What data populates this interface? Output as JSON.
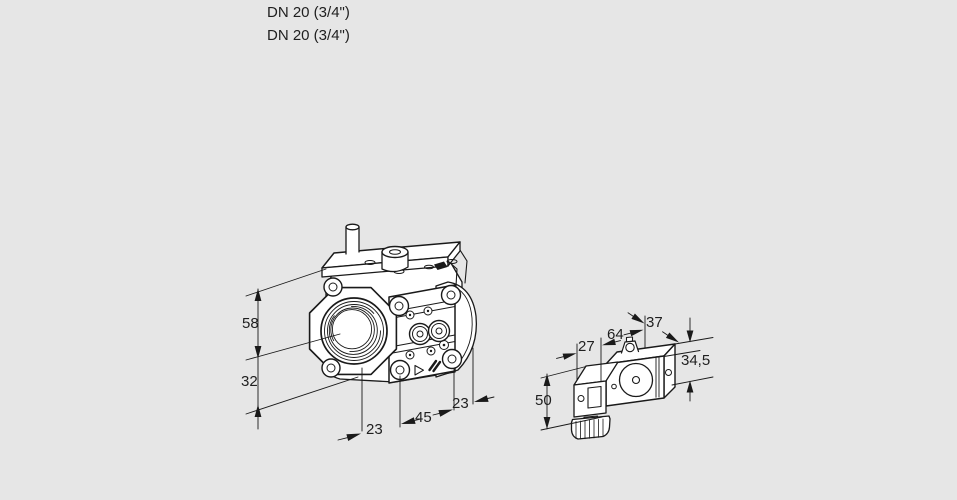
{
  "page": {
    "background_color": "#e6e6e6",
    "line_color": "#1a1a1a",
    "text_color": "#1f1f1f"
  },
  "header": {
    "nominal_size_line1": "DN 20 (3/4\")",
    "nominal_size_line2": "DN 20 (3/4\")"
  },
  "valve_view": {
    "description_icon": "valve-isometric-drawing",
    "dimensions": {
      "plate_to_axis_height": "58",
      "axis_to_bottom_height": "32",
      "flange_offset_width": "23",
      "body_center_width": "45",
      "body_right_width": "23"
    }
  },
  "actuator_view": {
    "description_icon": "actuator-isometric-drawing",
    "dimensions": {
      "connector_width": "27",
      "body_length": "64",
      "body_depth": "37",
      "body_height": "34,5",
      "connector_gland_height": "50"
    }
  }
}
